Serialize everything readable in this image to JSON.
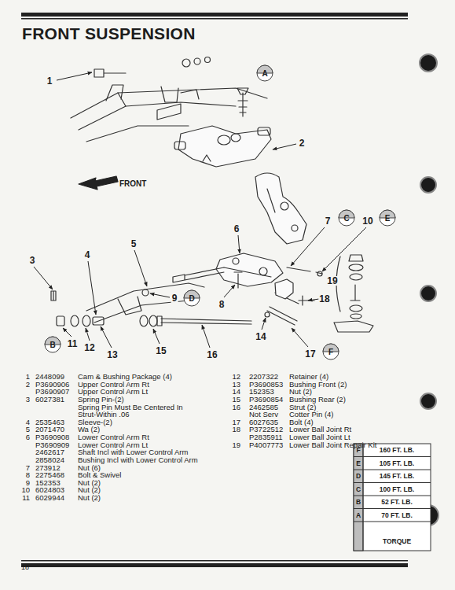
{
  "diagram": {
    "title": "FRONT SUSPENSION",
    "nodes": [
      {
        "text": [
          "A"
        ]
      },
      {
        "text": [
          "C"
        ]
      },
      {
        "text": [
          "E"
        ]
      },
      {
        "text": [
          "D"
        ]
      },
      {
        "text": [
          "B"
        ]
      },
      {
        "text": [
          "F"
        ]
      }
    ],
    "labels": [
      "1",
      "2",
      "3",
      "4",
      "5",
      "6",
      "7",
      "10",
      "19",
      "9",
      "8",
      "18",
      "11",
      "12",
      "13",
      "15",
      "16",
      "14",
      "17",
      "FRONT",
      "1",
      "2448099",
      "Cam & Bushing Package (4)",
      "2",
      "P3690906",
      "Upper Control Arm Rt",
      "P3690907",
      "Upper Control Arm Lt",
      "3",
      "6027381",
      "Spring Pin-(2)",
      "Spring Pin Must Be Centered In Strut-Within .06",
      "4",
      "2535463",
      "Sleeve-(2)",
      "5",
      "2071470",
      "Wa (2)",
      "6",
      "P3690908",
      "Lower Control Arm Rt",
      "P3690909",
      "Lower Control Arm Lt",
      "2462617",
      "Shaft Incl with Lower Control Arm",
      "2858024",
      "Bushing Incl with Lower Control Arm",
      "7",
      "273912",
      "Nut (6)",
      "8",
      "2275468",
      "Bolt & Swivel",
      "9",
      "152353",
      "Nut (2)",
      "10",
      "6024803",
      "Nut (2)",
      "11",
      "6029944",
      "Nut (2)",
      "12",
      "2207322",
      "Retainer (4)",
      "13",
      "P3690853",
      "Bushing Front (2)",
      "14",
      "152353",
      "Nut (2)",
      "15",
      "P3690854",
      "Bushing Rear (2)",
      "16",
      "2462585",
      "Strut (2)",
      "Not Serv",
      "Cotter Pin (4)",
      "17",
      "6027635",
      "Bolt (4)",
      "18",
      "P3722512",
      "Lower Ball Joint Rt",
      "P2835911",
      "Lower Ball Joint Lt",
      "19",
      "P4007773",
      "Lower Ball Joint Repair Kit",
      "F",
      "160 FT. LB.",
      "E",
      "105 FT. LB.",
      "D",
      "145 FT. LB.",
      "C",
      "100 FT. LB.",
      "B",
      "52 FT. LB.",
      "A",
      "70 FT. LB.",
      "TORQUE",
      "18"
    ]
  }
}
